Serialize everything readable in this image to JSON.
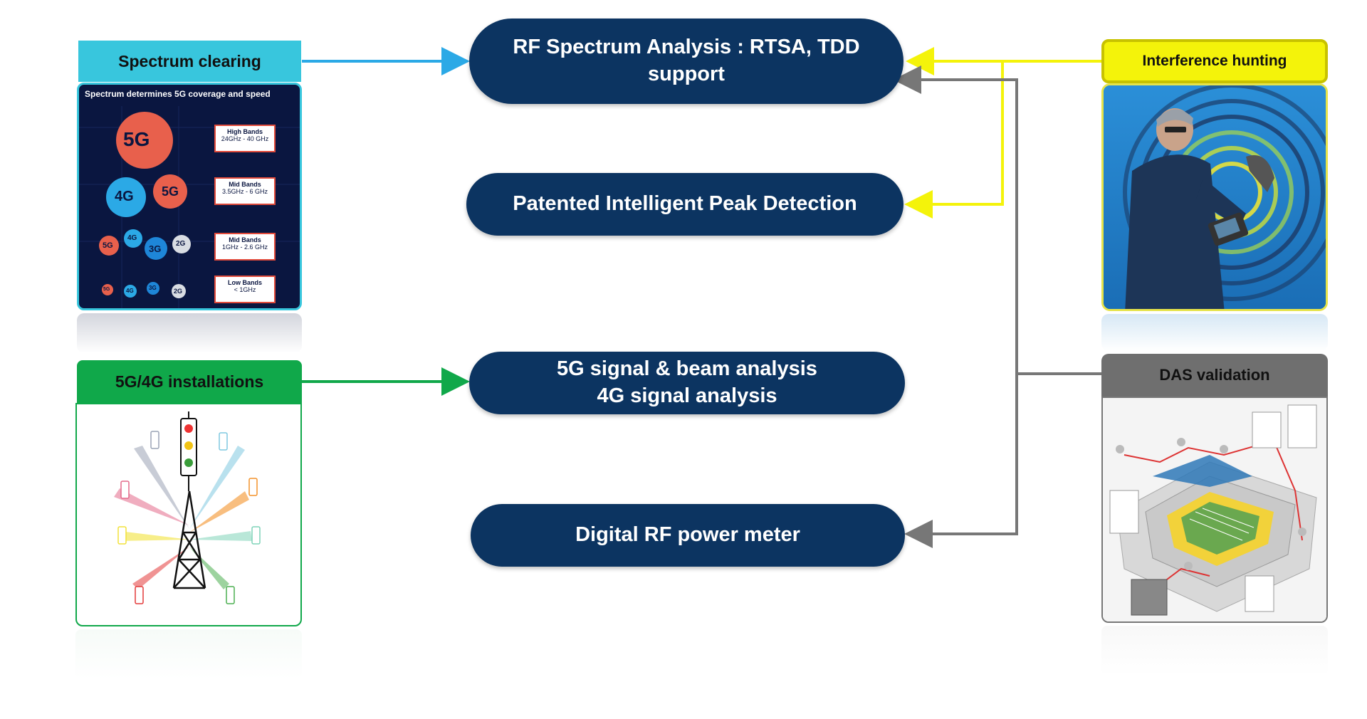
{
  "categories": {
    "spectrum_clearing": "Spectrum clearing",
    "installations": "5G/4G installations",
    "interference_hunting": "Interference hunting",
    "das_validation": "DAS validation"
  },
  "features": {
    "rf_analysis": [
      "RF Spectrum Analysis : RTSA, TDD",
      "support"
    ],
    "peak_detection": "Patented Intelligent Peak Detection",
    "beam_analysis": [
      "5G signal & beam analysis",
      "4G signal analysis"
    ],
    "power_meter": "Digital RF power meter"
  },
  "spectrum_card": {
    "title": "Spectrum determines 5G coverage and speed",
    "bands": [
      {
        "name": "High Bands",
        "range": "24GHz - 40 GHz"
      },
      {
        "name": "Mid Bands",
        "range": "3.5GHz - 6 GHz"
      },
      {
        "name": "Mid Bands",
        "range": "1GHz - 2.6 GHz"
      },
      {
        "name": "Low Bands",
        "range": "< 1GHz"
      }
    ],
    "labels": {
      "g5": "5G",
      "g4": "4G",
      "g3": "3G",
      "g2": "2G"
    }
  },
  "colors": {
    "spectrum": "#38c6dd",
    "installations": "#10a84a",
    "interference": "#f4f30a",
    "das": "#6f6f6f",
    "pill": "#0c3461",
    "g5": "#e8604c",
    "g4": "#2ba9e6",
    "g3": "#1e86d8",
    "g2": "#d9dde3"
  }
}
